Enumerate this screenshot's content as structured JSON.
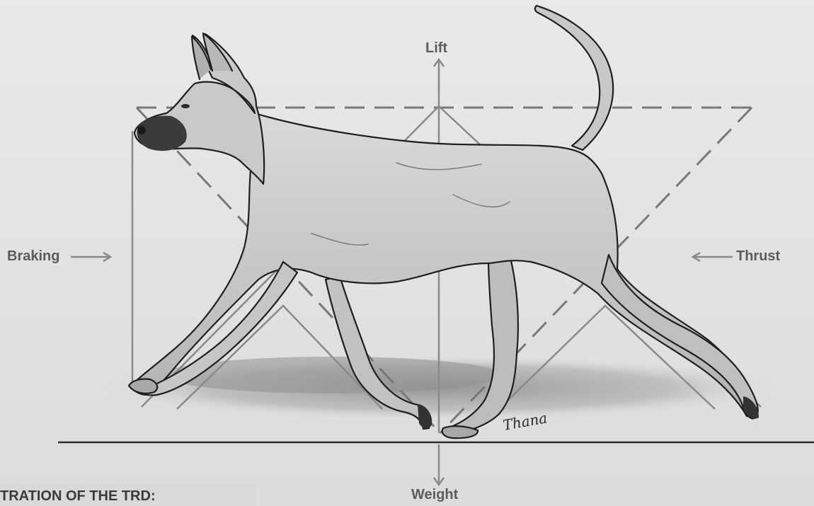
{
  "diagram": {
    "labels": {
      "lift": "Lift",
      "braking": "Braking",
      "thrust": "Thrust",
      "weight": "Weight"
    },
    "signature": "Thana",
    "caption": "TRATION OF THE TRD:",
    "colors": {
      "background": "#e6e6e6",
      "line": "#7a7a7a",
      "dog_fill": "#c8c8c8",
      "dog_outline": "#222222",
      "shadow": "#9a9a9a",
      "label": "#5c5c5c"
    },
    "icons": [
      "lift-arrow-icon",
      "weight-arrow-icon",
      "braking-arrow-icon",
      "thrust-arrow-icon"
    ]
  }
}
